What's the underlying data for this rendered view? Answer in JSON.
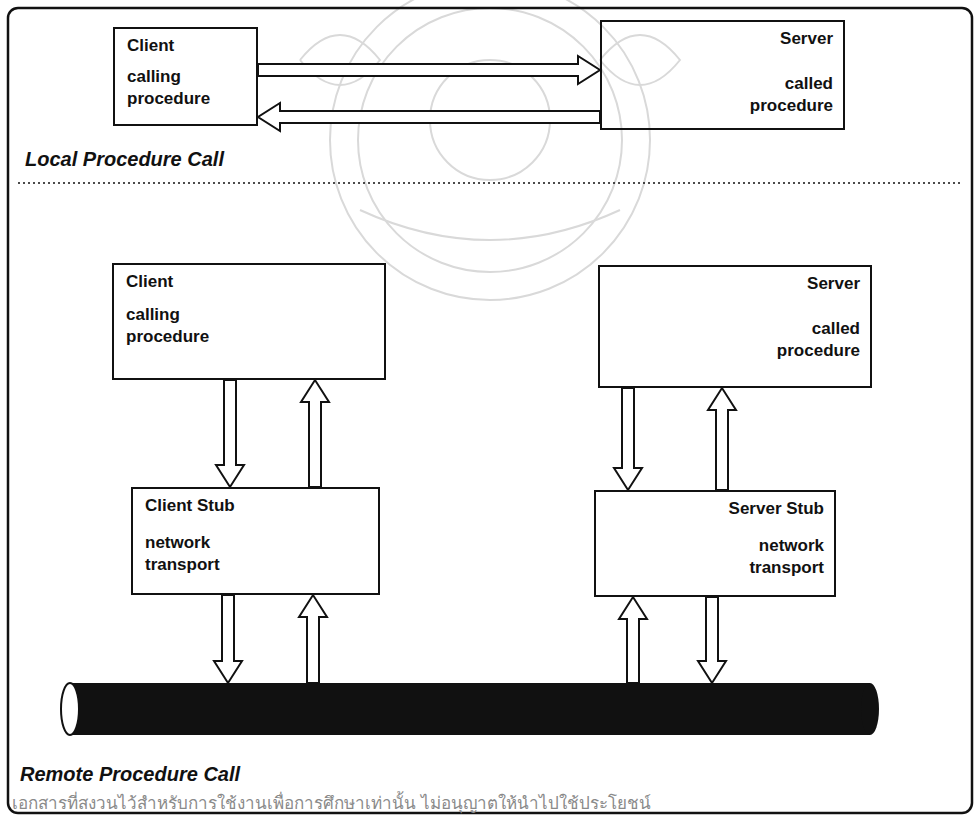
{
  "diagram": {
    "nodes": [
      {
        "text": [
          "Client",
          "calling procedure"
        ]
      },
      {
        "text": [
          "Server",
          "called procedure"
        ]
      },
      {
        "text": [
          "Client",
          "calling procedure"
        ]
      },
      {
        "text": [
          "Server",
          "called procedure"
        ]
      },
      {
        "text": [
          "Client Stub",
          "network transport"
        ]
      },
      {
        "text": [
          "Server Stub",
          "network transport"
        ]
      }
    ],
    "edges": [
      {
        "from": 0,
        "to": 1,
        "arrow": "to"
      },
      {
        "from": 1,
        "to": 0,
        "arrow": "to"
      },
      {
        "from": 2,
        "to": 4,
        "arrow": "to"
      },
      {
        "from": 4,
        "to": 2,
        "arrow": "to"
      },
      {
        "from": 3,
        "to": 5,
        "arrow": "to"
      },
      {
        "from": 5,
        "to": 3,
        "arrow": "to"
      }
    ],
    "labels": [
      "Local Procedure Call",
      "Remote Procedure Call",
      "เอกสารที่สงวนไว้สำหรับการใช้งานเพื่อการศึกษาเท่านั้น ไม่อนุญาตให้นำไปใช้ประโยชน์"
    ]
  }
}
